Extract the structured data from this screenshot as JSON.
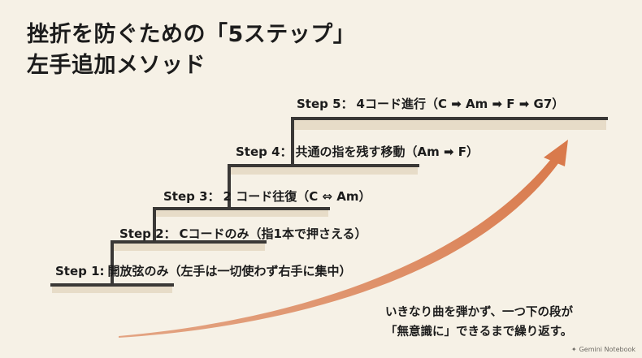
{
  "title": {
    "line1": "挫折を防ぐための「5ステップ」",
    "line2": "左手追加メソッド"
  },
  "steps": [
    {
      "num": "Step 1:",
      "text": "開放弦のみ（左手は一切使わず右手に集中）"
    },
    {
      "num": "Step 2：",
      "text": "Cコードのみ（指1本で押さえる）"
    },
    {
      "num": "Step 3：",
      "text": "2 コード往復（C ⇔ Am）"
    },
    {
      "num": "Step 4：",
      "text": "共通の指を残す移動（Am ➡ F）"
    },
    {
      "num": "Step 5：",
      "text": "4コード進行（C ➡ Am ➡ F ➡ G7）"
    }
  ],
  "caption": {
    "line1": "いきなり曲を弾かず、一つ下の段が",
    "line2": "「無意識に」できるまで繰り返す。"
  },
  "watermark": {
    "icon": "gemini-sparkle-icon",
    "text": "Gemini Notebook"
  },
  "colors": {
    "background": "#f6f1e6",
    "stair": "#3a3836",
    "shadow": "#e7dcc8",
    "arrow": "#d97a4c",
    "text": "#1c1c1c"
  }
}
